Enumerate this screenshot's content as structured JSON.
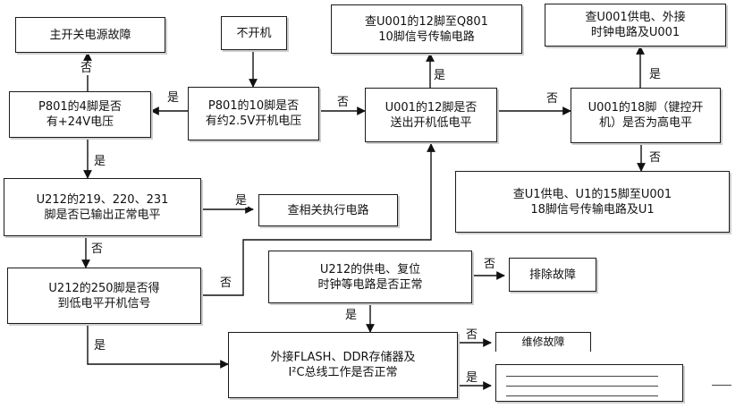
{
  "nodes": {
    "main_switch_fault": "主开关电源故障",
    "no_power_on": "不开机",
    "check_u001_12_q801": "查U001的12脚至Q801\n10脚信号传输电路",
    "check_u001_power_clock": "查U001供电、外接\n时钟电路及U001",
    "p801_pin4_24v": "P801的4脚是否\n有+24V电压",
    "p801_pin10_25v": "P801的10脚是否\n有约2.5V开机电压",
    "u001_pin12_low": "U001的12脚是否\n送出开机低电平",
    "u001_pin18_high": "U001的18脚（键控开\n机）是否为高电平",
    "check_u1_18": "查U1供电、U1的15脚至U001\n18脚信号传输电路及U1",
    "u212_pins_output": "U212的219、220、231\n脚是否已输出正常电平",
    "check_exec_circuit": "查相关执行电路",
    "u212_power_reset": "U212的供电、复位\n时钟等电路是否正常",
    "eliminate_fault": "排除故障",
    "u212_pin250": "U212的250脚是否得\n到低电平开机信号",
    "external_flash_ddr": "外接FLASH、DDR存储器及\nI²C总线工作是否正常",
    "partial_obscured": "维修故障"
  },
  "labels": {
    "no_main_fault": "否",
    "yes_p801_24v": "是",
    "no_u001_12": "否",
    "yes_u001_12_check": "是",
    "no_u001_18": "否",
    "yes_u001_18_check": "是",
    "no_u001_18_down": "否",
    "yes_u212_pins": "是",
    "yes_exec": "是",
    "no_u212_pins": "否",
    "no_u212_250": "否",
    "no_u212_power": "否",
    "yes_u212_power": "是",
    "yes_u212_250": "是",
    "no_flash": "否",
    "yes_flash": "是"
  }
}
